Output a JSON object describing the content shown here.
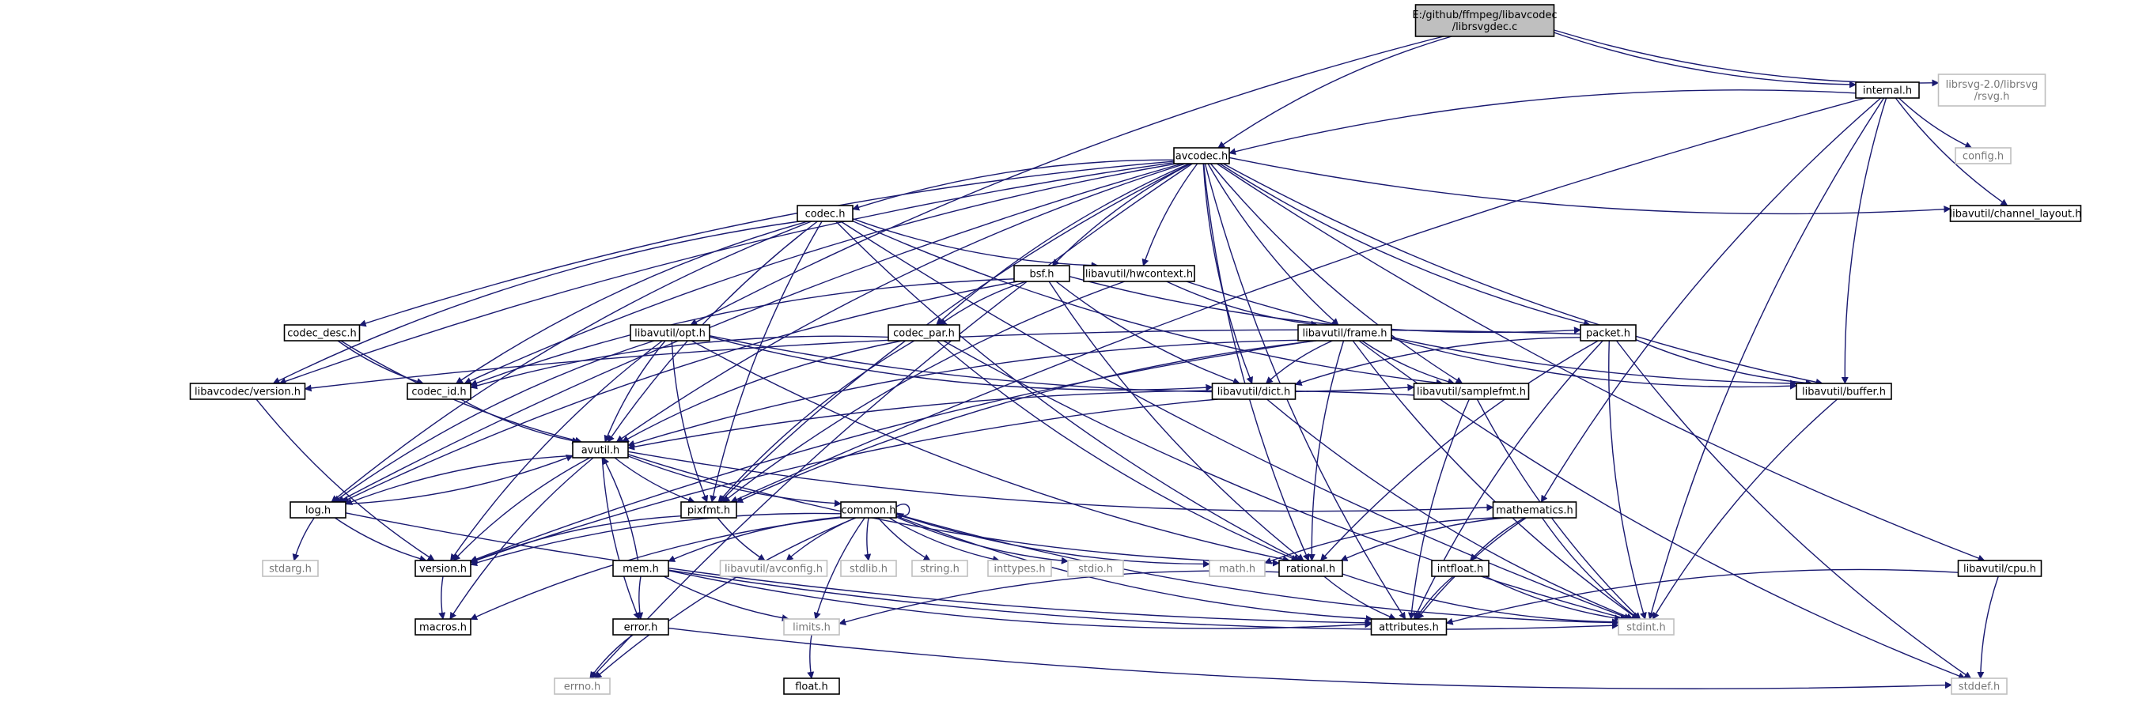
{
  "colors": {
    "edge": "#191970",
    "node_border": "#000000",
    "external_border": "#bfbfbf",
    "root_fill": "#bfbfbf",
    "node_fill": "#ffffff",
    "text": "#000000",
    "external_text": "#777777"
  },
  "nodes": [
    {
      "id": "root",
      "lines": [
        "E:/github/ffmpeg/libavcodec",
        "/librsvgdec.c"
      ],
      "kind": "root"
    },
    {
      "id": "internal",
      "lines": [
        "internal.h"
      ],
      "kind": "normal"
    },
    {
      "id": "rsvg",
      "lines": [
        "librsvg-2.0/librsvg",
        "/rsvg.h"
      ],
      "kind": "external"
    },
    {
      "id": "avcodec",
      "lines": [
        "avcodec.h"
      ],
      "kind": "normal"
    },
    {
      "id": "config",
      "lines": [
        "config.h"
      ],
      "kind": "external"
    },
    {
      "id": "channel_layout",
      "lines": [
        "libavutil/channel_layout.h"
      ],
      "kind": "normal"
    },
    {
      "id": "codec",
      "lines": [
        "codec.h"
      ],
      "kind": "normal"
    },
    {
      "id": "bsf",
      "lines": [
        "bsf.h"
      ],
      "kind": "normal"
    },
    {
      "id": "hwcontext",
      "lines": [
        "libavutil/hwcontext.h"
      ],
      "kind": "normal"
    },
    {
      "id": "codec_desc",
      "lines": [
        "codec_desc.h"
      ],
      "kind": "normal"
    },
    {
      "id": "opt",
      "lines": [
        "libavutil/opt.h"
      ],
      "kind": "normal"
    },
    {
      "id": "codec_par",
      "lines": [
        "codec_par.h"
      ],
      "kind": "normal"
    },
    {
      "id": "frame",
      "lines": [
        "libavutil/frame.h"
      ],
      "kind": "normal"
    },
    {
      "id": "packet",
      "lines": [
        "packet.h"
      ],
      "kind": "normal"
    },
    {
      "id": "lavc_version",
      "lines": [
        "libavcodec/version.h"
      ],
      "kind": "normal"
    },
    {
      "id": "codec_id",
      "lines": [
        "codec_id.h"
      ],
      "kind": "normal"
    },
    {
      "id": "dict",
      "lines": [
        "libavutil/dict.h"
      ],
      "kind": "normal"
    },
    {
      "id": "samplefmt",
      "lines": [
        "libavutil/samplefmt.h"
      ],
      "kind": "normal"
    },
    {
      "id": "buffer",
      "lines": [
        "libavutil/buffer.h"
      ],
      "kind": "normal"
    },
    {
      "id": "avutil",
      "lines": [
        "avutil.h"
      ],
      "kind": "normal"
    },
    {
      "id": "log",
      "lines": [
        "log.h"
      ],
      "kind": "normal"
    },
    {
      "id": "pixfmt",
      "lines": [
        "pixfmt.h"
      ],
      "kind": "normal"
    },
    {
      "id": "common",
      "lines": [
        "common.h"
      ],
      "kind": "normal"
    },
    {
      "id": "mathematics",
      "lines": [
        "mathematics.h"
      ],
      "kind": "normal"
    },
    {
      "id": "stdarg",
      "lines": [
        "stdarg.h"
      ],
      "kind": "external"
    },
    {
      "id": "version",
      "lines": [
        "version.h"
      ],
      "kind": "normal"
    },
    {
      "id": "avconfig",
      "lines": [
        "libavutil/avconfig.h"
      ],
      "kind": "external"
    },
    {
      "id": "stdlib",
      "lines": [
        "stdlib.h"
      ],
      "kind": "external"
    },
    {
      "id": "string",
      "lines": [
        "string.h"
      ],
      "kind": "external"
    },
    {
      "id": "inttypes",
      "lines": [
        "inttypes.h"
      ],
      "kind": "external"
    },
    {
      "id": "stdio",
      "lines": [
        "stdio.h"
      ],
      "kind": "external"
    },
    {
      "id": "math",
      "lines": [
        "math.h"
      ],
      "kind": "external"
    },
    {
      "id": "rational",
      "lines": [
        "rational.h"
      ],
      "kind": "normal"
    },
    {
      "id": "intfloat",
      "lines": [
        "intfloat.h"
      ],
      "kind": "normal"
    },
    {
      "id": "cpu",
      "lines": [
        "libavutil/cpu.h"
      ],
      "kind": "normal"
    },
    {
      "id": "mem",
      "lines": [
        "mem.h"
      ],
      "kind": "normal"
    },
    {
      "id": "macros",
      "lines": [
        "macros.h"
      ],
      "kind": "normal"
    },
    {
      "id": "error",
      "lines": [
        "error.h"
      ],
      "kind": "normal"
    },
    {
      "id": "limits",
      "lines": [
        "limits.h"
      ],
      "kind": "external"
    },
    {
      "id": "attributes",
      "lines": [
        "attributes.h"
      ],
      "kind": "normal"
    },
    {
      "id": "stdint",
      "lines": [
        "stdint.h"
      ],
      "kind": "external"
    },
    {
      "id": "errno",
      "lines": [
        "errno.h"
      ],
      "kind": "external"
    },
    {
      "id": "float",
      "lines": [
        "float.h"
      ],
      "kind": "normal"
    },
    {
      "id": "stddef",
      "lines": [
        "stddef.h"
      ],
      "kind": "external"
    }
  ],
  "edges": [
    [
      "root",
      "internal"
    ],
    [
      "root",
      "rsvg"
    ],
    [
      "root",
      "avcodec"
    ],
    [
      "root",
      "opt"
    ],
    [
      "internal",
      "avcodec"
    ],
    [
      "internal",
      "config"
    ],
    [
      "internal",
      "channel_layout"
    ],
    [
      "internal",
      "buffer"
    ],
    [
      "internal",
      "mathematics"
    ],
    [
      "internal",
      "pixfmt"
    ],
    [
      "internal",
      "stdint"
    ],
    [
      "avcodec",
      "codec"
    ],
    [
      "avcodec",
      "bsf"
    ],
    [
      "avcodec",
      "hwcontext"
    ],
    [
      "avcodec",
      "codec_desc"
    ],
    [
      "avcodec",
      "codec_par"
    ],
    [
      "avcodec",
      "frame"
    ],
    [
      "avcodec",
      "packet"
    ],
    [
      "avcodec",
      "lavc_version"
    ],
    [
      "avcodec",
      "codec_id"
    ],
    [
      "avcodec",
      "dict"
    ],
    [
      "avcodec",
      "samplefmt"
    ],
    [
      "avcodec",
      "buffer"
    ],
    [
      "avcodec",
      "avutil"
    ],
    [
      "avcodec",
      "log"
    ],
    [
      "avcodec",
      "pixfmt"
    ],
    [
      "avcodec",
      "rational"
    ],
    [
      "avcodec",
      "attributes"
    ],
    [
      "avcodec",
      "channel_layout"
    ],
    [
      "avcodec",
      "cpu"
    ],
    [
      "avcodec",
      "errno"
    ],
    [
      "codec",
      "hwcontext"
    ],
    [
      "codec",
      "codec_id"
    ],
    [
      "codec",
      "lavc_version"
    ],
    [
      "codec",
      "avutil"
    ],
    [
      "codec",
      "log"
    ],
    [
      "codec",
      "pixfmt"
    ],
    [
      "codec",
      "rational"
    ],
    [
      "codec",
      "samplefmt"
    ],
    [
      "codec",
      "stdint"
    ],
    [
      "bsf",
      "codec_id"
    ],
    [
      "bsf",
      "codec_par"
    ],
    [
      "bsf",
      "packet"
    ],
    [
      "bsf",
      "dict"
    ],
    [
      "bsf",
      "log"
    ],
    [
      "bsf",
      "rational"
    ],
    [
      "hwcontext",
      "buffer"
    ],
    [
      "hwcontext",
      "frame"
    ],
    [
      "hwcontext",
      "pixfmt"
    ],
    [
      "codec_desc",
      "codec_id"
    ],
    [
      "codec_desc",
      "avutil"
    ],
    [
      "opt",
      "rational"
    ],
    [
      "opt",
      "avutil"
    ],
    [
      "opt",
      "dict"
    ],
    [
      "opt",
      "log"
    ],
    [
      "opt",
      "pixfmt"
    ],
    [
      "opt",
      "samplefmt"
    ],
    [
      "opt",
      "version"
    ],
    [
      "codec_par",
      "codec_id"
    ],
    [
      "codec_par",
      "avutil"
    ],
    [
      "codec_par",
      "pixfmt"
    ],
    [
      "codec_par",
      "rational"
    ],
    [
      "codec_par",
      "stdint"
    ],
    [
      "frame",
      "avutil"
    ],
    [
      "frame",
      "buffer"
    ],
    [
      "frame",
      "dict"
    ],
    [
      "frame",
      "rational"
    ],
    [
      "frame",
      "samplefmt"
    ],
    [
      "frame",
      "pixfmt"
    ],
    [
      "frame",
      "version"
    ],
    [
      "frame",
      "stdint"
    ],
    [
      "frame",
      "stddef"
    ],
    [
      "packet",
      "attributes"
    ],
    [
      "packet",
      "buffer"
    ],
    [
      "packet",
      "dict"
    ],
    [
      "packet",
      "rational"
    ],
    [
      "packet",
      "lavc_version"
    ],
    [
      "packet",
      "stddef"
    ],
    [
      "packet",
      "stdint"
    ],
    [
      "lavc_version",
      "version"
    ],
    [
      "codec_id",
      "avutil"
    ],
    [
      "dict",
      "stdint"
    ],
    [
      "dict",
      "version"
    ],
    [
      "samplefmt",
      "avutil"
    ],
    [
      "samplefmt",
      "attributes"
    ],
    [
      "samplefmt",
      "stdint"
    ],
    [
      "buffer",
      "stdint"
    ],
    [
      "avutil",
      "common"
    ],
    [
      "avutil",
      "error"
    ],
    [
      "avutil",
      "rational"
    ],
    [
      "avutil",
      "version"
    ],
    [
      "avutil",
      "macros"
    ],
    [
      "avutil",
      "mathematics"
    ],
    [
      "avutil",
      "log"
    ],
    [
      "avutil",
      "pixfmt"
    ],
    [
      "log",
      "avutil"
    ],
    [
      "log",
      "attributes"
    ],
    [
      "log",
      "version"
    ],
    [
      "log",
      "stdarg"
    ],
    [
      "pixfmt",
      "avconfig"
    ],
    [
      "pixfmt",
      "version"
    ],
    [
      "common",
      "errno"
    ],
    [
      "common",
      "inttypes"
    ],
    [
      "common",
      "limits"
    ],
    [
      "common",
      "math"
    ],
    [
      "common",
      "stdint"
    ],
    [
      "common",
      "stdio"
    ],
    [
      "common",
      "stdlib"
    ],
    [
      "common",
      "string"
    ],
    [
      "common",
      "attributes"
    ],
    [
      "common",
      "macros"
    ],
    [
      "common",
      "version"
    ],
    [
      "common",
      "avconfig"
    ],
    [
      "common",
      "mem"
    ],
    [
      "common",
      "common"
    ],
    [
      "mathematics",
      "stdint"
    ],
    [
      "mathematics",
      "math"
    ],
    [
      "mathematics",
      "attributes"
    ],
    [
      "mathematics",
      "rational"
    ],
    [
      "mathematics",
      "intfloat"
    ],
    [
      "version",
      "macros"
    ],
    [
      "rational",
      "stdint"
    ],
    [
      "rational",
      "limits"
    ],
    [
      "rational",
      "attributes"
    ],
    [
      "intfloat",
      "stdint"
    ],
    [
      "intfloat",
      "attributes"
    ],
    [
      "cpu",
      "stddef"
    ],
    [
      "cpu",
      "attributes"
    ],
    [
      "mem",
      "error"
    ],
    [
      "mem",
      "limits"
    ],
    [
      "mem",
      "attributes"
    ],
    [
      "mem",
      "stdint"
    ],
    [
      "mem",
      "avutil"
    ],
    [
      "error",
      "errno"
    ],
    [
      "error",
      "stddef"
    ],
    [
      "limits",
      "float"
    ]
  ]
}
